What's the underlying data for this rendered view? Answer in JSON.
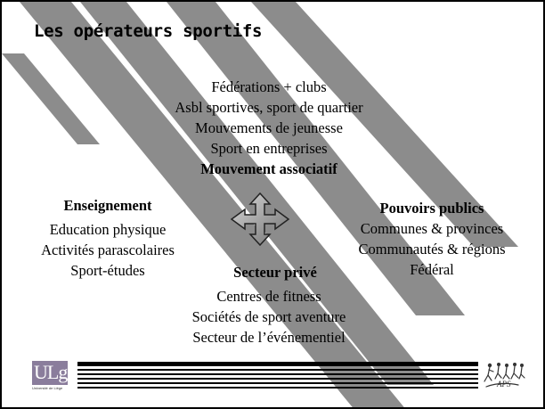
{
  "title": "Les opérateurs sportifs",
  "center": {
    "lines": [
      "Fédérations + clubs",
      "Asbl sportives, sport de quartier",
      "Mouvements de jeunesse",
      "Sport en entreprises"
    ],
    "heading": "Mouvement associatif"
  },
  "left": {
    "heading": "Enseignement",
    "lines": [
      "Education physique",
      "Activités parascolaires",
      "Sport-études"
    ]
  },
  "right": {
    "heading": "Pouvoirs publics",
    "lines": [
      "Communes & provinces",
      "Communautés & régions",
      "Fédéral"
    ]
  },
  "bottom": {
    "heading": "Secteur privé",
    "lines": [
      "Centres de fitness",
      "Sociétés de sport aventure",
      "Secteur de l’événementiel"
    ]
  },
  "footer": {
    "logo_text": "ULg",
    "logo_subtext": "Université de Liège",
    "aps_text": "APS"
  },
  "colors": {
    "stripe": "#8c8c8c",
    "logo": "#8a7d9c"
  }
}
